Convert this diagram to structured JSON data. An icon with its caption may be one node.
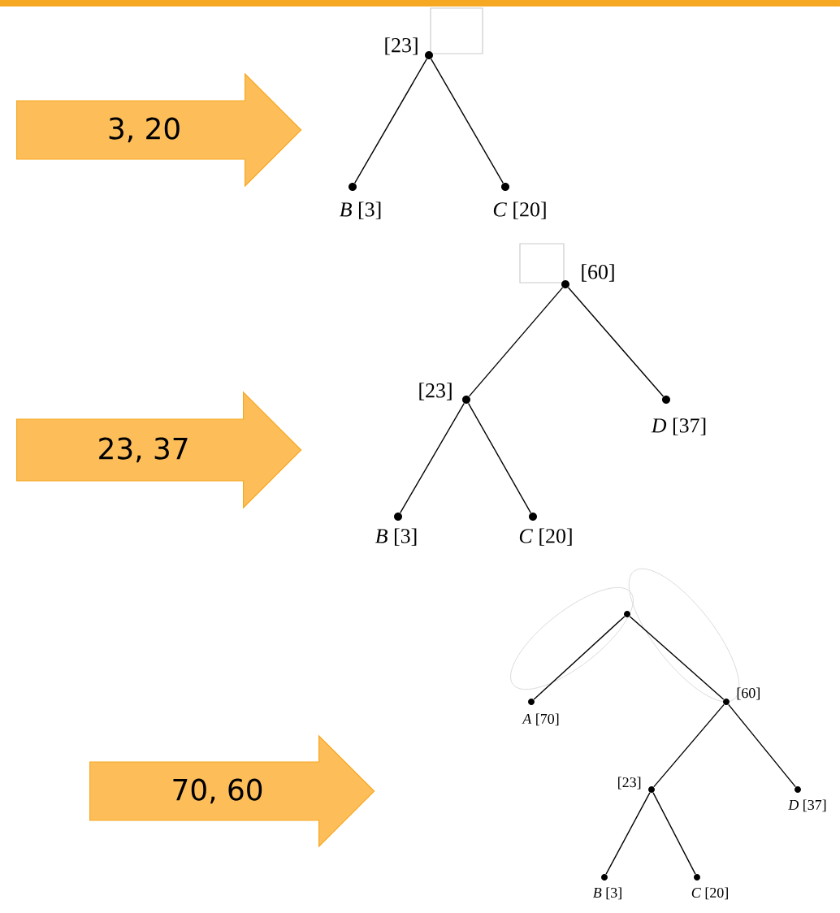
{
  "diagram": {
    "nodes": [
      {
        "text": [
          "3, 20"
        ]
      },
      {
        "text": [],
        "shape": "circle",
        "beside": [
          "[23]"
        ]
      },
      {
        "text": [],
        "shape": "circle",
        "beside": [
          "*B*  [3]"
        ]
      },
      {
        "text": [],
        "shape": "circle",
        "beside": [
          "*C*  [20]"
        ]
      },
      {
        "text": [
          "23, 37"
        ]
      },
      {
        "text": [],
        "shape": "circle",
        "beside": [
          "[60]"
        ]
      },
      {
        "text": [],
        "shape": "circle",
        "beside": [
          "[23]"
        ]
      },
      {
        "text": [],
        "shape": "circle",
        "beside": [
          "*D*  [37]"
        ]
      },
      {
        "text": [],
        "shape": "circle",
        "beside": [
          "*B*  [3]"
        ]
      },
      {
        "text": [],
        "shape": "circle",
        "beside": [
          "*C*  [20]"
        ]
      },
      {
        "text": [
          "70, 60"
        ]
      },
      {
        "text": [],
        "shape": "circle"
      },
      {
        "text": [],
        "shape": "circle",
        "beside": [
          "*A*  [70]"
        ]
      },
      {
        "text": [],
        "shape": "circle",
        "beside": [
          "[60]"
        ]
      },
      {
        "text": [],
        "shape": "circle",
        "beside": [
          "[23]"
        ]
      },
      {
        "text": [],
        "shape": "circle",
        "beside": [
          "*D*  [37]"
        ]
      },
      {
        "text": [],
        "shape": "circle",
        "beside": [
          "*B*  [3]"
        ]
      },
      {
        "text": [],
        "shape": "circle",
        "beside": [
          "*C*  [20]"
        ]
      }
    ],
    "edges": [
      {
        "from": 1,
        "to": 2,
        "arrow": "none"
      },
      {
        "from": 1,
        "to": 3,
        "arrow": "none"
      },
      {
        "from": 5,
        "to": 6,
        "arrow": "none"
      },
      {
        "from": 5,
        "to": 7,
        "arrow": "none"
      },
      {
        "from": 6,
        "to": 8,
        "arrow": "none"
      },
      {
        "from": 6,
        "to": 9,
        "arrow": "none"
      },
      {
        "from": 11,
        "to": 12,
        "arrow": "none"
      },
      {
        "from": 11,
        "to": 13,
        "arrow": "none"
      },
      {
        "from": 13,
        "to": 14,
        "arrow": "none"
      },
      {
        "from": 13,
        "to": 15,
        "arrow": "none"
      },
      {
        "from": 14,
        "to": 16,
        "arrow": "none"
      },
      {
        "from": 14,
        "to": 17,
        "arrow": "none"
      }
    ]
  }
}
